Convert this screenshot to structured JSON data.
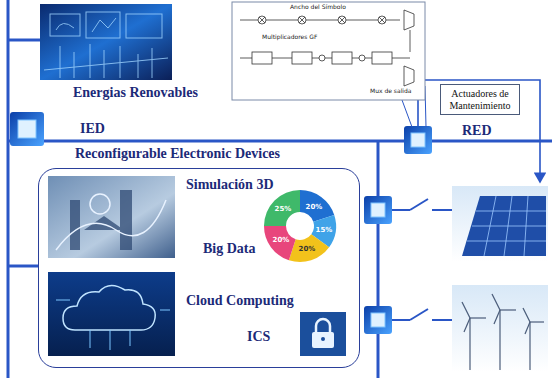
{
  "diagram": {
    "nodes": [
      {
        "text": [
          "Actuadores de Mantenimiento"
        ]
      },
      {
        "text": [
          "Simulación 3D",
          "Big Data",
          "Cloud Computing",
          "ICS"
        ]
      }
    ],
    "labels": [
      "Energias Renovables",
      "IED",
      "Reconfigurable Electronic Devices",
      "RED",
      "20%",
      "15%",
      "20%",
      "20%",
      "25%",
      "Ancho del Símbolo",
      "Multiplicadores GF",
      "Mux de salida"
    ]
  }
}
